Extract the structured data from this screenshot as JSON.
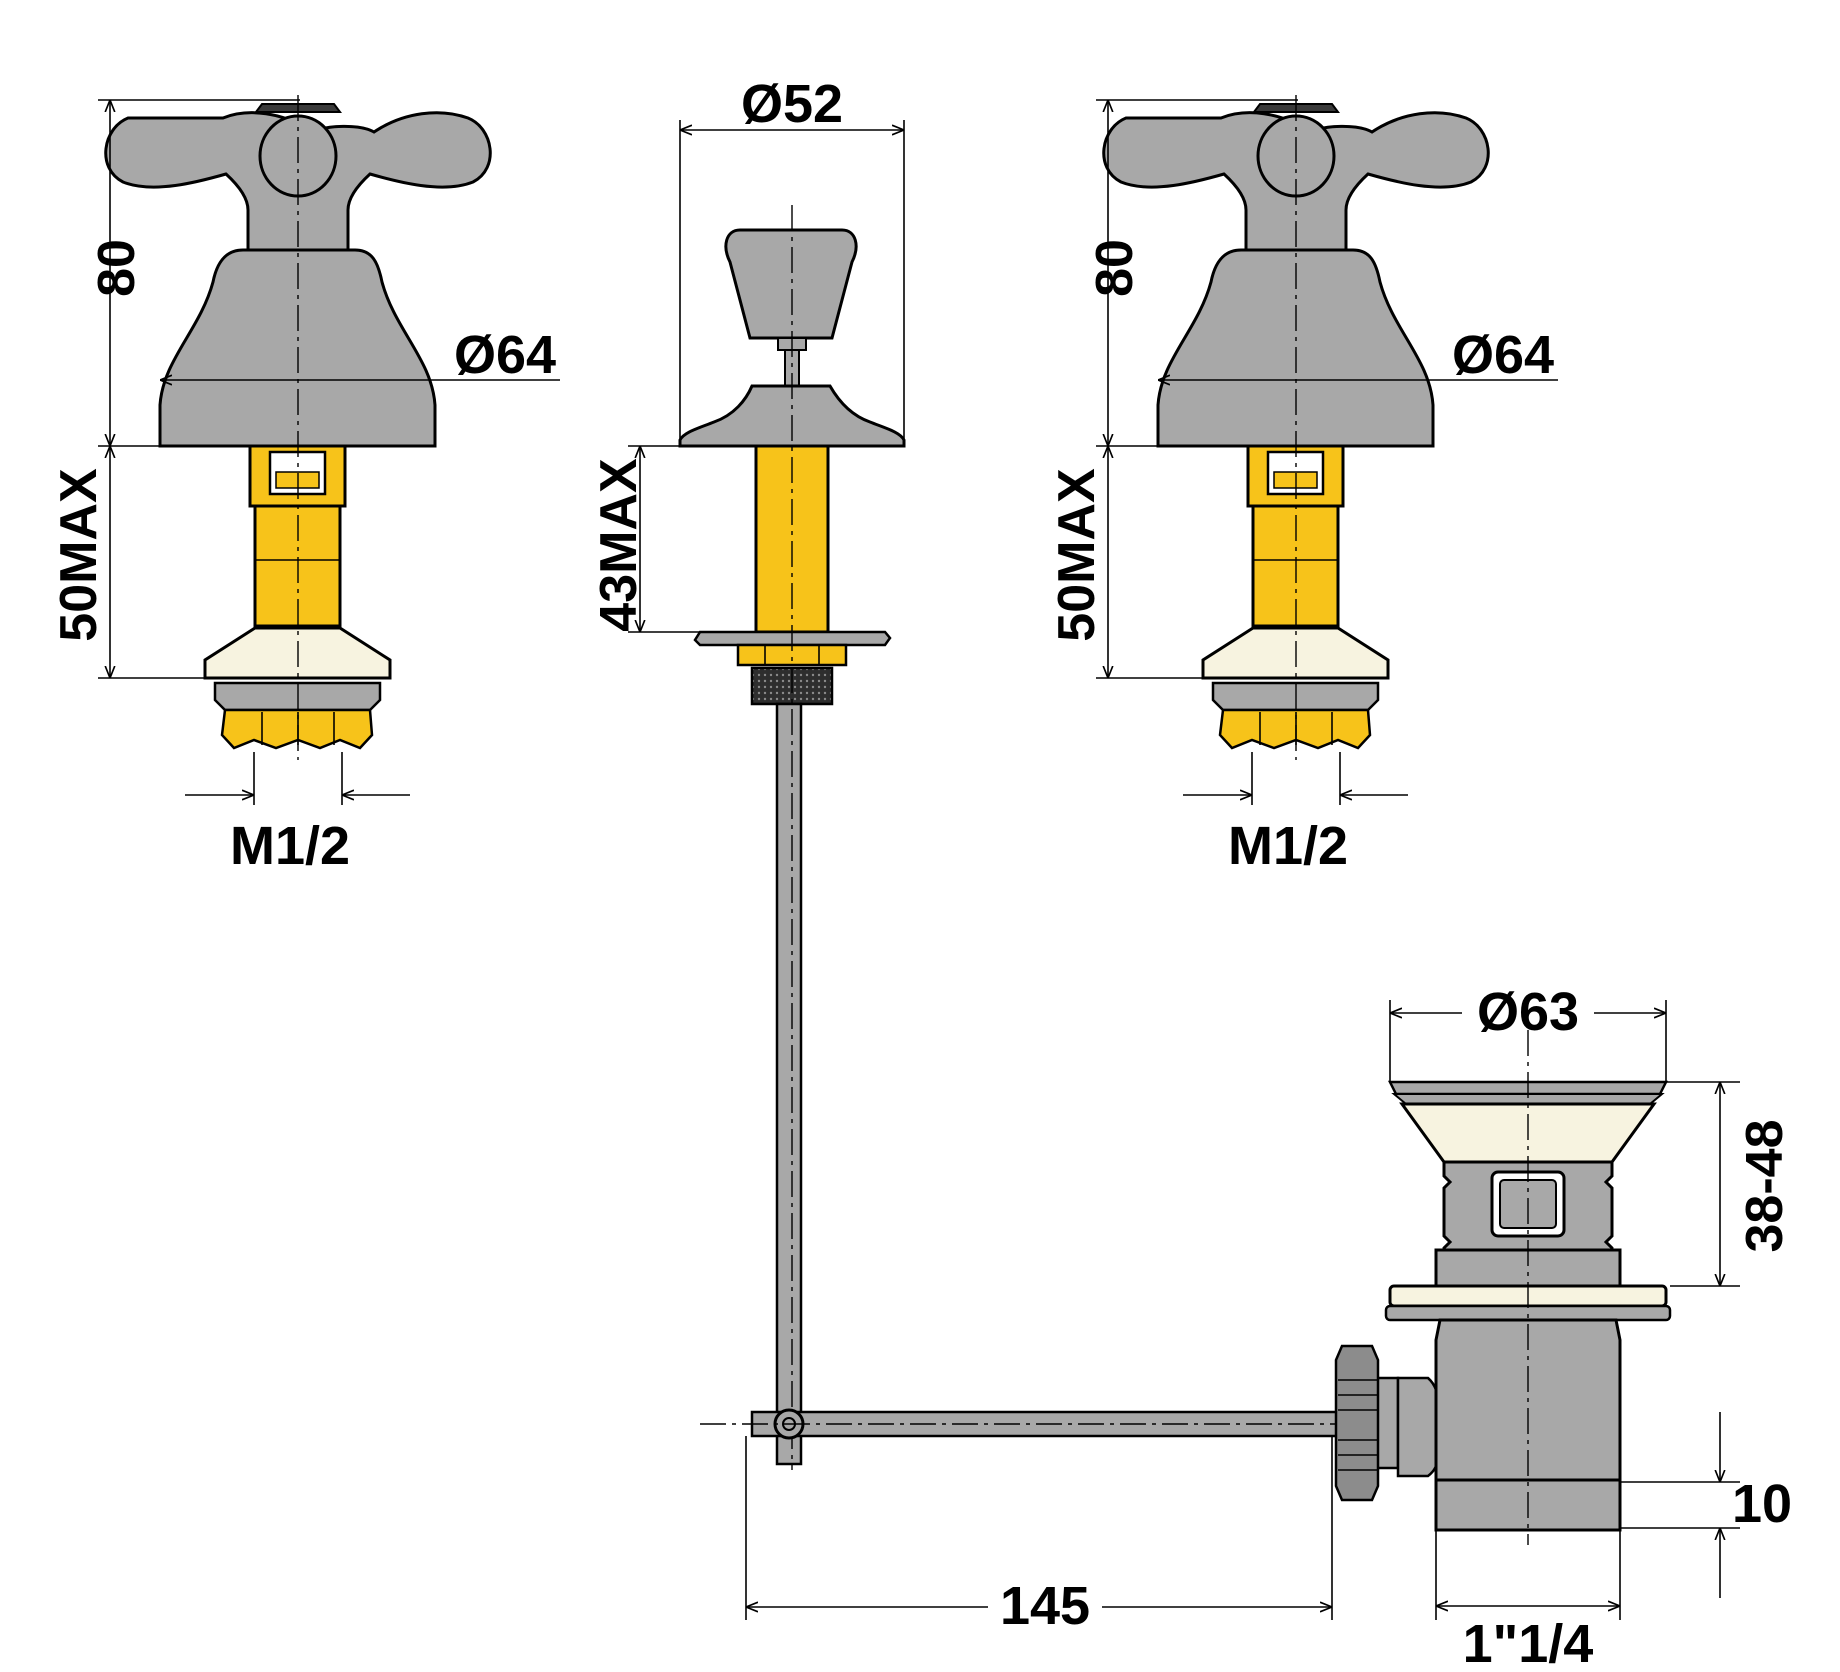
{
  "colors": {
    "chrome": "#a8a8a8",
    "chrome_dark": "#8c8c8c",
    "brass": "#f7c31a",
    "ivory": "#f7f3e0",
    "knurl": "#3a3a3a",
    "line": "#000000"
  },
  "left_tap": {
    "height_label": "80",
    "diameter_label": "Ø64",
    "max_label": "50MAX",
    "thread_label": "M1/2"
  },
  "center_lever": {
    "diameter_label": "Ø52",
    "max_label": "43MAX"
  },
  "right_tap": {
    "height_label": "80",
    "diameter_label": "Ø64",
    "max_label": "50MAX",
    "thread_label": "M1/2"
  },
  "waste": {
    "diameter_label": "Ø63",
    "range_label": "38-48",
    "height_label": "10",
    "thread_label": "1\"1/4",
    "rod_length_label": "145"
  }
}
